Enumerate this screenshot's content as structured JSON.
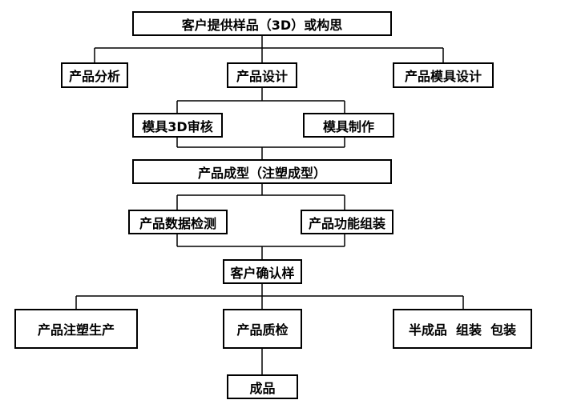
{
  "flowchart": {
    "nodes": {
      "client_sample": "客户提供样品（3D）或构思",
      "product_analysis": "产品分析",
      "product_design": "产品设计",
      "mold_design": "产品模具设计",
      "mold_3d_review": "模具3D审核",
      "mold_making": "模具制作",
      "product_molding": "产品成型（注塑成型）",
      "data_inspection": "产品数据检测",
      "function_assembly": "产品功能组装",
      "client_confirm": "客户确认样",
      "injection_production": "产品注塑生产",
      "quality_check": "产品质检",
      "semi_finished": "半成品  组装  包装",
      "finished_product": "成品"
    }
  }
}
